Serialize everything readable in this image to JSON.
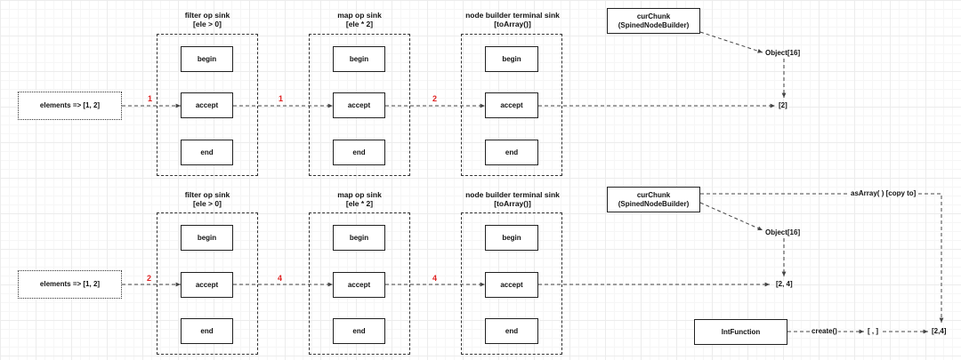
{
  "top": {
    "input": "elements => [1, 2]",
    "sinks": [
      {
        "title": "filter op sink",
        "subtitle": "[ele > 0]"
      },
      {
        "title": "map op sink",
        "subtitle": "[ele * 2]"
      },
      {
        "title": "node builder terminal sink",
        "subtitle": "[toArray()]"
      }
    ],
    "stage_labels": [
      "begin",
      "accept",
      "end"
    ],
    "flow_numbers": [
      "1",
      "1",
      "2"
    ],
    "chunk_line1": "curChunk",
    "chunk_line2": "(SpinedNodeBuilder)",
    "object_label": "Object[16]",
    "result": "[2]"
  },
  "bottom": {
    "input": "elements => [1, 2]",
    "sinks": [
      {
        "title": "filter op sink",
        "subtitle": "[ele > 0]"
      },
      {
        "title": "map op sink",
        "subtitle": "[ele * 2]"
      },
      {
        "title": "node builder terminal sink",
        "subtitle": "[toArray()]"
      }
    ],
    "stage_labels": [
      "begin",
      "accept",
      "end"
    ],
    "flow_numbers": [
      "2",
      "4",
      "4"
    ],
    "chunk_line1": "curChunk",
    "chunk_line2": "(SpinedNodeBuilder)",
    "object_label": "Object[16]",
    "result": "[2, 4]",
    "copy_label": "asArray( ) [copy to]",
    "int_function": "IntFunction",
    "create_label": "create()",
    "empty_array": "[ , ]",
    "final_array": "[2,4]"
  },
  "colors": {
    "line": "#444444",
    "flow_number": "#e02020",
    "box_border": "#222222"
  }
}
